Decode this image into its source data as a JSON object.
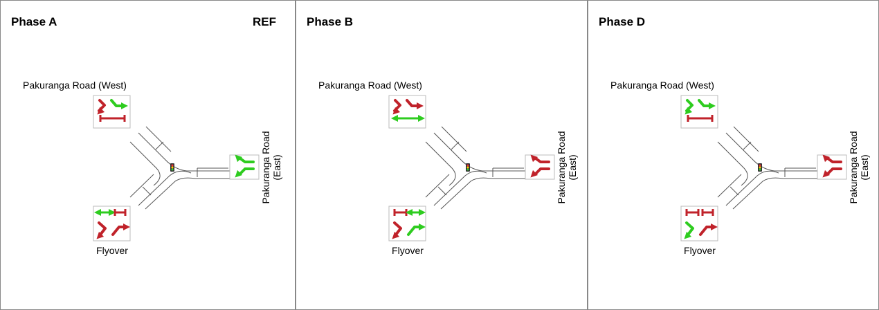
{
  "colors": {
    "green": "#2ecc1f",
    "red": "#c0222a",
    "road_line": "#555555",
    "border": "#888888"
  },
  "legs": {
    "west": "Pakuranga Road (West)",
    "east_line1": "Pakuranga Road",
    "east_line2": "(East)",
    "south": "Flyover"
  },
  "panels": [
    {
      "title": "Phase A",
      "ref": "REF",
      "west": {
        "left": "red",
        "right": "green",
        "ped": "red"
      },
      "east": {
        "movement": "green"
      },
      "south": {
        "ped_left": "green",
        "ped_right": "red",
        "left": "red",
        "right": "red"
      }
    },
    {
      "title": "Phase B",
      "ref": "",
      "west": {
        "left": "red",
        "right": "red",
        "ped": "green"
      },
      "east": {
        "movement": "red"
      },
      "south": {
        "ped_left": "red",
        "ped_right": "green",
        "left": "red",
        "right": "green"
      }
    },
    {
      "title": "Phase D",
      "ref": "",
      "west": {
        "left": "green",
        "right": "green",
        "ped": "red"
      },
      "east": {
        "movement": "red"
      },
      "south": {
        "ped_left": "red",
        "ped_right": "red",
        "left": "green",
        "right": "red"
      }
    }
  ]
}
